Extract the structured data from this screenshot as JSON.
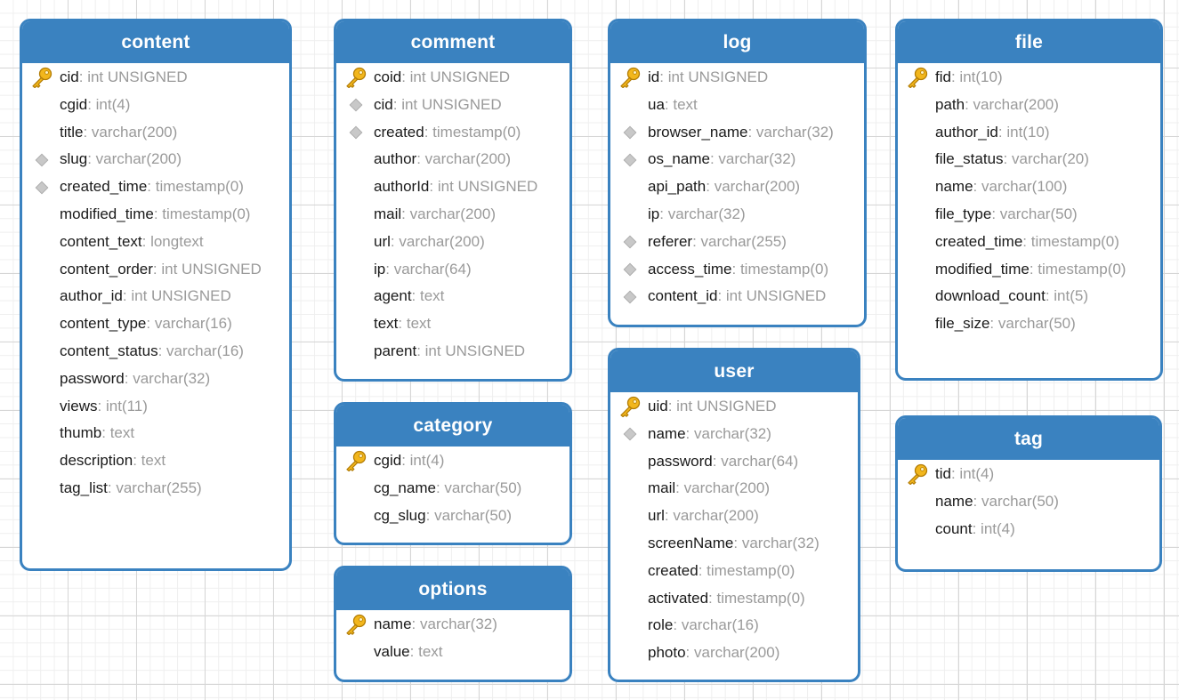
{
  "tables": {
    "content": {
      "title": "content",
      "fields": [
        {
          "name": "cid",
          "type": "int UNSIGNED",
          "icon": "primary-key-icon"
        },
        {
          "name": "cgid",
          "type": "int(4)",
          "icon": ""
        },
        {
          "name": "title",
          "type": "varchar(200)",
          "icon": ""
        },
        {
          "name": "slug",
          "type": "varchar(200)",
          "icon": "index-diamond-icon"
        },
        {
          "name": "created_time",
          "type": "timestamp(0)",
          "icon": "index-diamond-icon"
        },
        {
          "name": "modified_time",
          "type": "timestamp(0)",
          "icon": ""
        },
        {
          "name": "content_text",
          "type": "longtext",
          "icon": ""
        },
        {
          "name": "content_order",
          "type": "int UNSIGNED",
          "icon": ""
        },
        {
          "name": "author_id",
          "type": "int UNSIGNED",
          "icon": ""
        },
        {
          "name": "content_type",
          "type": "varchar(16)",
          "icon": ""
        },
        {
          "name": "content_status",
          "type": "varchar(16)",
          "icon": ""
        },
        {
          "name": "password",
          "type": "varchar(32)",
          "icon": ""
        },
        {
          "name": "views",
          "type": "int(11)",
          "icon": ""
        },
        {
          "name": "thumb",
          "type": "text",
          "icon": ""
        },
        {
          "name": "description",
          "type": "text",
          "icon": ""
        },
        {
          "name": "tag_list",
          "type": "varchar(255)",
          "icon": ""
        }
      ]
    },
    "comment": {
      "title": "comment",
      "fields": [
        {
          "name": "coid",
          "type": "int UNSIGNED",
          "icon": "primary-key-icon"
        },
        {
          "name": "cid",
          "type": "int UNSIGNED",
          "icon": "index-diamond-icon"
        },
        {
          "name": "created",
          "type": "timestamp(0)",
          "icon": "index-diamond-icon"
        },
        {
          "name": "author",
          "type": "varchar(200)",
          "icon": ""
        },
        {
          "name": "authorId",
          "type": "int UNSIGNED",
          "icon": ""
        },
        {
          "name": "mail",
          "type": "varchar(200)",
          "icon": ""
        },
        {
          "name": "url",
          "type": "varchar(200)",
          "icon": ""
        },
        {
          "name": "ip",
          "type": "varchar(64)",
          "icon": ""
        },
        {
          "name": "agent",
          "type": "text",
          "icon": ""
        },
        {
          "name": "text",
          "type": "text",
          "icon": ""
        },
        {
          "name": "parent",
          "type": "int UNSIGNED",
          "icon": ""
        }
      ]
    },
    "category": {
      "title": "category",
      "fields": [
        {
          "name": "cgid",
          "type": "int(4)",
          "icon": "primary-key-icon"
        },
        {
          "name": "cg_name",
          "type": "varchar(50)",
          "icon": ""
        },
        {
          "name": "cg_slug",
          "type": "varchar(50)",
          "icon": ""
        }
      ]
    },
    "options": {
      "title": "options",
      "fields": [
        {
          "name": "name",
          "type": "varchar(32)",
          "icon": "primary-key-icon"
        },
        {
          "name": "value",
          "type": "text",
          "icon": ""
        }
      ]
    },
    "log": {
      "title": "log",
      "fields": [
        {
          "name": "id",
          "type": "int UNSIGNED",
          "icon": "primary-key-icon"
        },
        {
          "name": "ua",
          "type": "text",
          "icon": ""
        },
        {
          "name": "browser_name",
          "type": "varchar(32)",
          "icon": "index-diamond-icon"
        },
        {
          "name": "os_name",
          "type": "varchar(32)",
          "icon": "index-diamond-icon"
        },
        {
          "name": "api_path",
          "type": "varchar(200)",
          "icon": ""
        },
        {
          "name": "ip",
          "type": "varchar(32)",
          "icon": ""
        },
        {
          "name": "referer",
          "type": "varchar(255)",
          "icon": "index-diamond-icon"
        },
        {
          "name": "access_time",
          "type": "timestamp(0)",
          "icon": "index-diamond-icon"
        },
        {
          "name": "content_id",
          "type": "int UNSIGNED",
          "icon": "index-diamond-icon"
        }
      ]
    },
    "user": {
      "title": "user",
      "fields": [
        {
          "name": "uid",
          "type": "int UNSIGNED",
          "icon": "primary-key-icon"
        },
        {
          "name": "name",
          "type": "varchar(32)",
          "icon": "index-diamond-icon"
        },
        {
          "name": "password",
          "type": "varchar(64)",
          "icon": ""
        },
        {
          "name": "mail",
          "type": "varchar(200)",
          "icon": ""
        },
        {
          "name": "url",
          "type": "varchar(200)",
          "icon": ""
        },
        {
          "name": "screenName",
          "type": "varchar(32)",
          "icon": ""
        },
        {
          "name": "created",
          "type": "timestamp(0)",
          "icon": ""
        },
        {
          "name": "activated",
          "type": "timestamp(0)",
          "icon": ""
        },
        {
          "name": "role",
          "type": "varchar(16)",
          "icon": ""
        },
        {
          "name": "photo",
          "type": "varchar(200)",
          "icon": ""
        }
      ]
    },
    "file": {
      "title": "file",
      "fields": [
        {
          "name": "fid",
          "type": "int(10)",
          "icon": "primary-key-icon"
        },
        {
          "name": "path",
          "type": "varchar(200)",
          "icon": ""
        },
        {
          "name": "author_id",
          "type": "int(10)",
          "icon": ""
        },
        {
          "name": "file_status",
          "type": "varchar(20)",
          "icon": ""
        },
        {
          "name": "name",
          "type": "varchar(100)",
          "icon": ""
        },
        {
          "name": "file_type",
          "type": "varchar(50)",
          "icon": ""
        },
        {
          "name": "created_time",
          "type": "timestamp(0)",
          "icon": ""
        },
        {
          "name": "modified_time",
          "type": "timestamp(0)",
          "icon": ""
        },
        {
          "name": "download_count",
          "type": "int(5)",
          "icon": ""
        },
        {
          "name": "file_size",
          "type": "varchar(50)",
          "icon": ""
        }
      ]
    },
    "tag": {
      "title": "tag",
      "fields": [
        {
          "name": "tid",
          "type": "int(4)",
          "icon": "primary-key-icon"
        },
        {
          "name": "name",
          "type": "varchar(50)",
          "icon": ""
        },
        {
          "name": "count",
          "type": "int(4)",
          "icon": ""
        }
      ]
    }
  },
  "separator": ": ",
  "colors": {
    "header": "#3a82c0",
    "border": "#3a82c0",
    "field_name": "#1a1a1a",
    "field_type": "#9a9a9a",
    "key": "#f2b61c",
    "index": "#c8c8c8"
  }
}
